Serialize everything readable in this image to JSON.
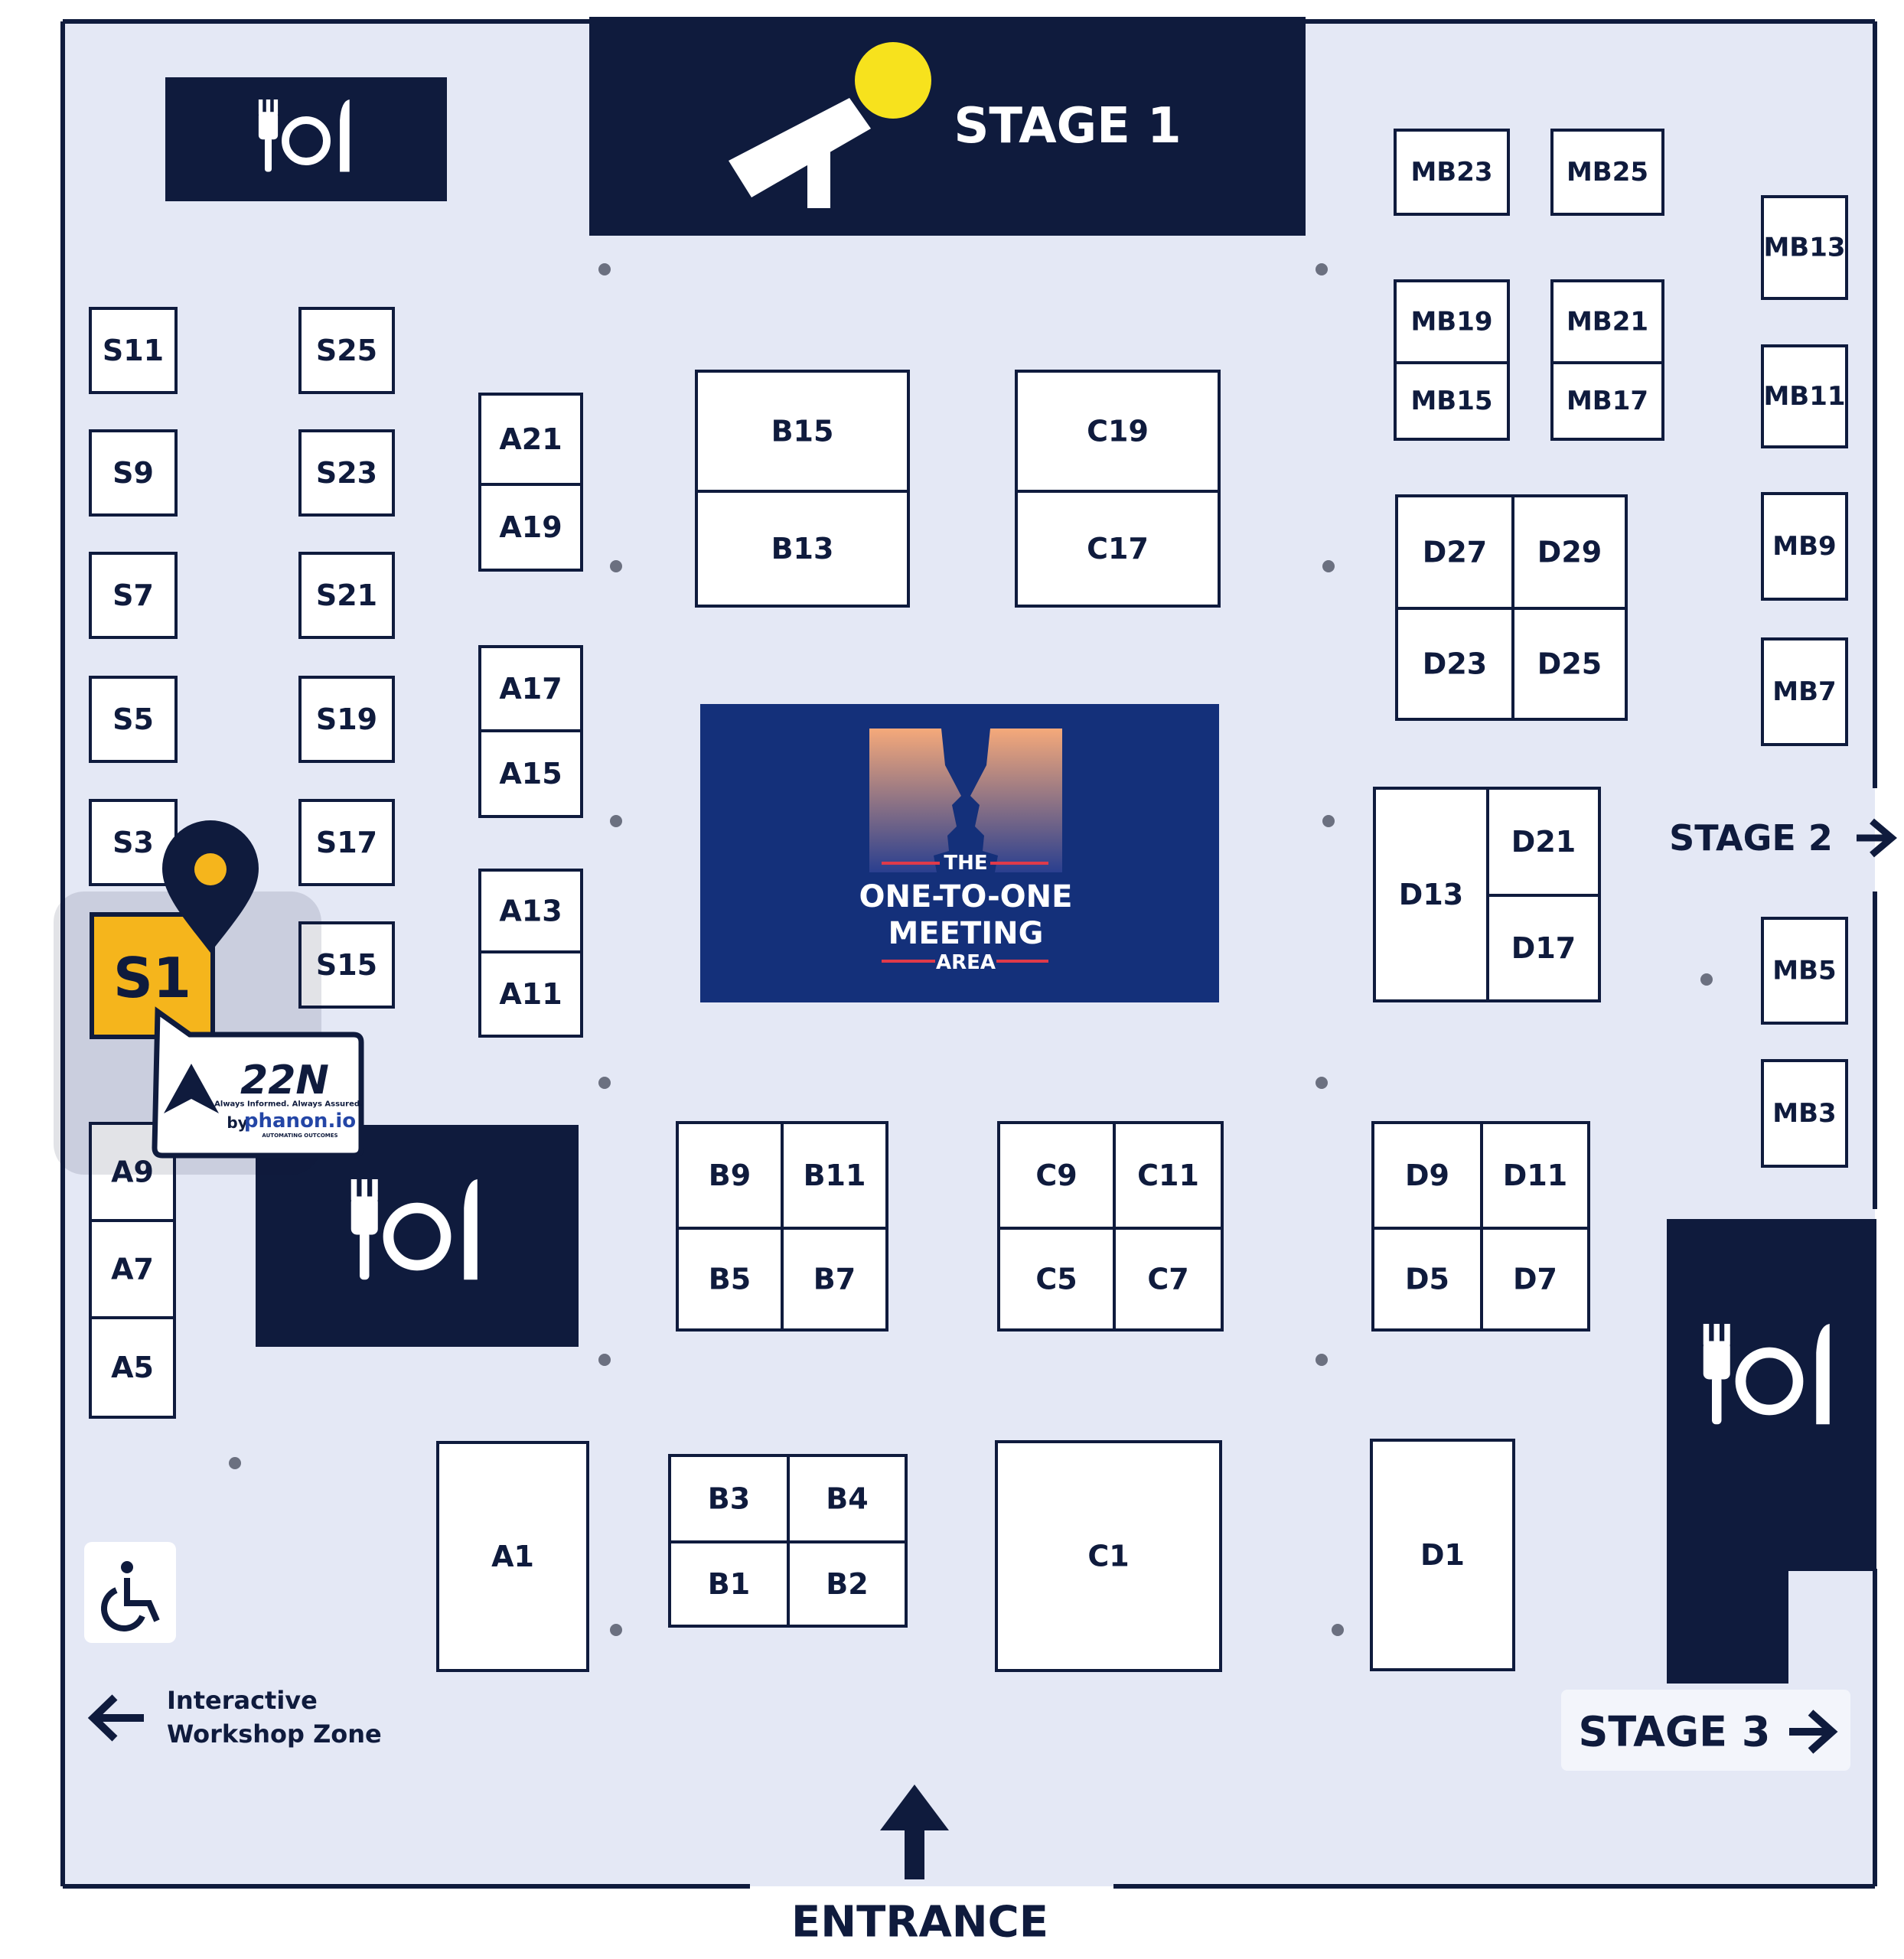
{
  "colors": {
    "background": "#e4e8f5",
    "navy": "#0f1b3d",
    "booth": "#ffffff",
    "meeting_area": "#14307a",
    "marker": "#f5b51c",
    "mic_head": "#f7e21d"
  },
  "stages": {
    "stage1": "STAGE 1",
    "stage2": "STAGE 2",
    "stage3": "STAGE 3"
  },
  "entrance": "ENTRANCE",
  "workshop": {
    "line1": "Interactive",
    "line2": "Workshop Zone"
  },
  "meeting_area": {
    "line1": "THE",
    "line2": "ONE-TO-ONE",
    "line3": "MEETING",
    "line4": "AREA"
  },
  "marker": {
    "booth": "S1",
    "brand": "22N",
    "tagline": "Always Informed. Always Assured.",
    "by": "by",
    "partner": "phanon.io",
    "partner_tag": "AUTOMATING OUTCOMES"
  },
  "icons": {
    "dining": "cutlery-icon",
    "stage": "microphone-icon",
    "accessibility": "wheelchair-icon",
    "arrow": "arrow-icon",
    "location": "location-pin-icon"
  },
  "booths": [
    "S11",
    "S9",
    "S7",
    "S5",
    "S3",
    "S25",
    "S23",
    "S21",
    "S19",
    "S17",
    "S15",
    "A21",
    "A19",
    "A17",
    "A15",
    "A13",
    "A11",
    "A9",
    "A7",
    "A5",
    "A1",
    "B15",
    "B13",
    "B9",
    "B11",
    "B5",
    "B7",
    "B3",
    "B4",
    "B1",
    "B2",
    "C19",
    "C17",
    "C9",
    "C11",
    "C5",
    "C7",
    "C1",
    "MB23",
    "MB25",
    "MB19",
    "MB21",
    "MB15",
    "MB17",
    "MB13",
    "MB11",
    "MB9",
    "MB7",
    "MB5",
    "MB3",
    "D27",
    "D29",
    "D23",
    "D25",
    "D13",
    "D21",
    "D17",
    "D9",
    "D11",
    "D5",
    "D7",
    "D1"
  ]
}
